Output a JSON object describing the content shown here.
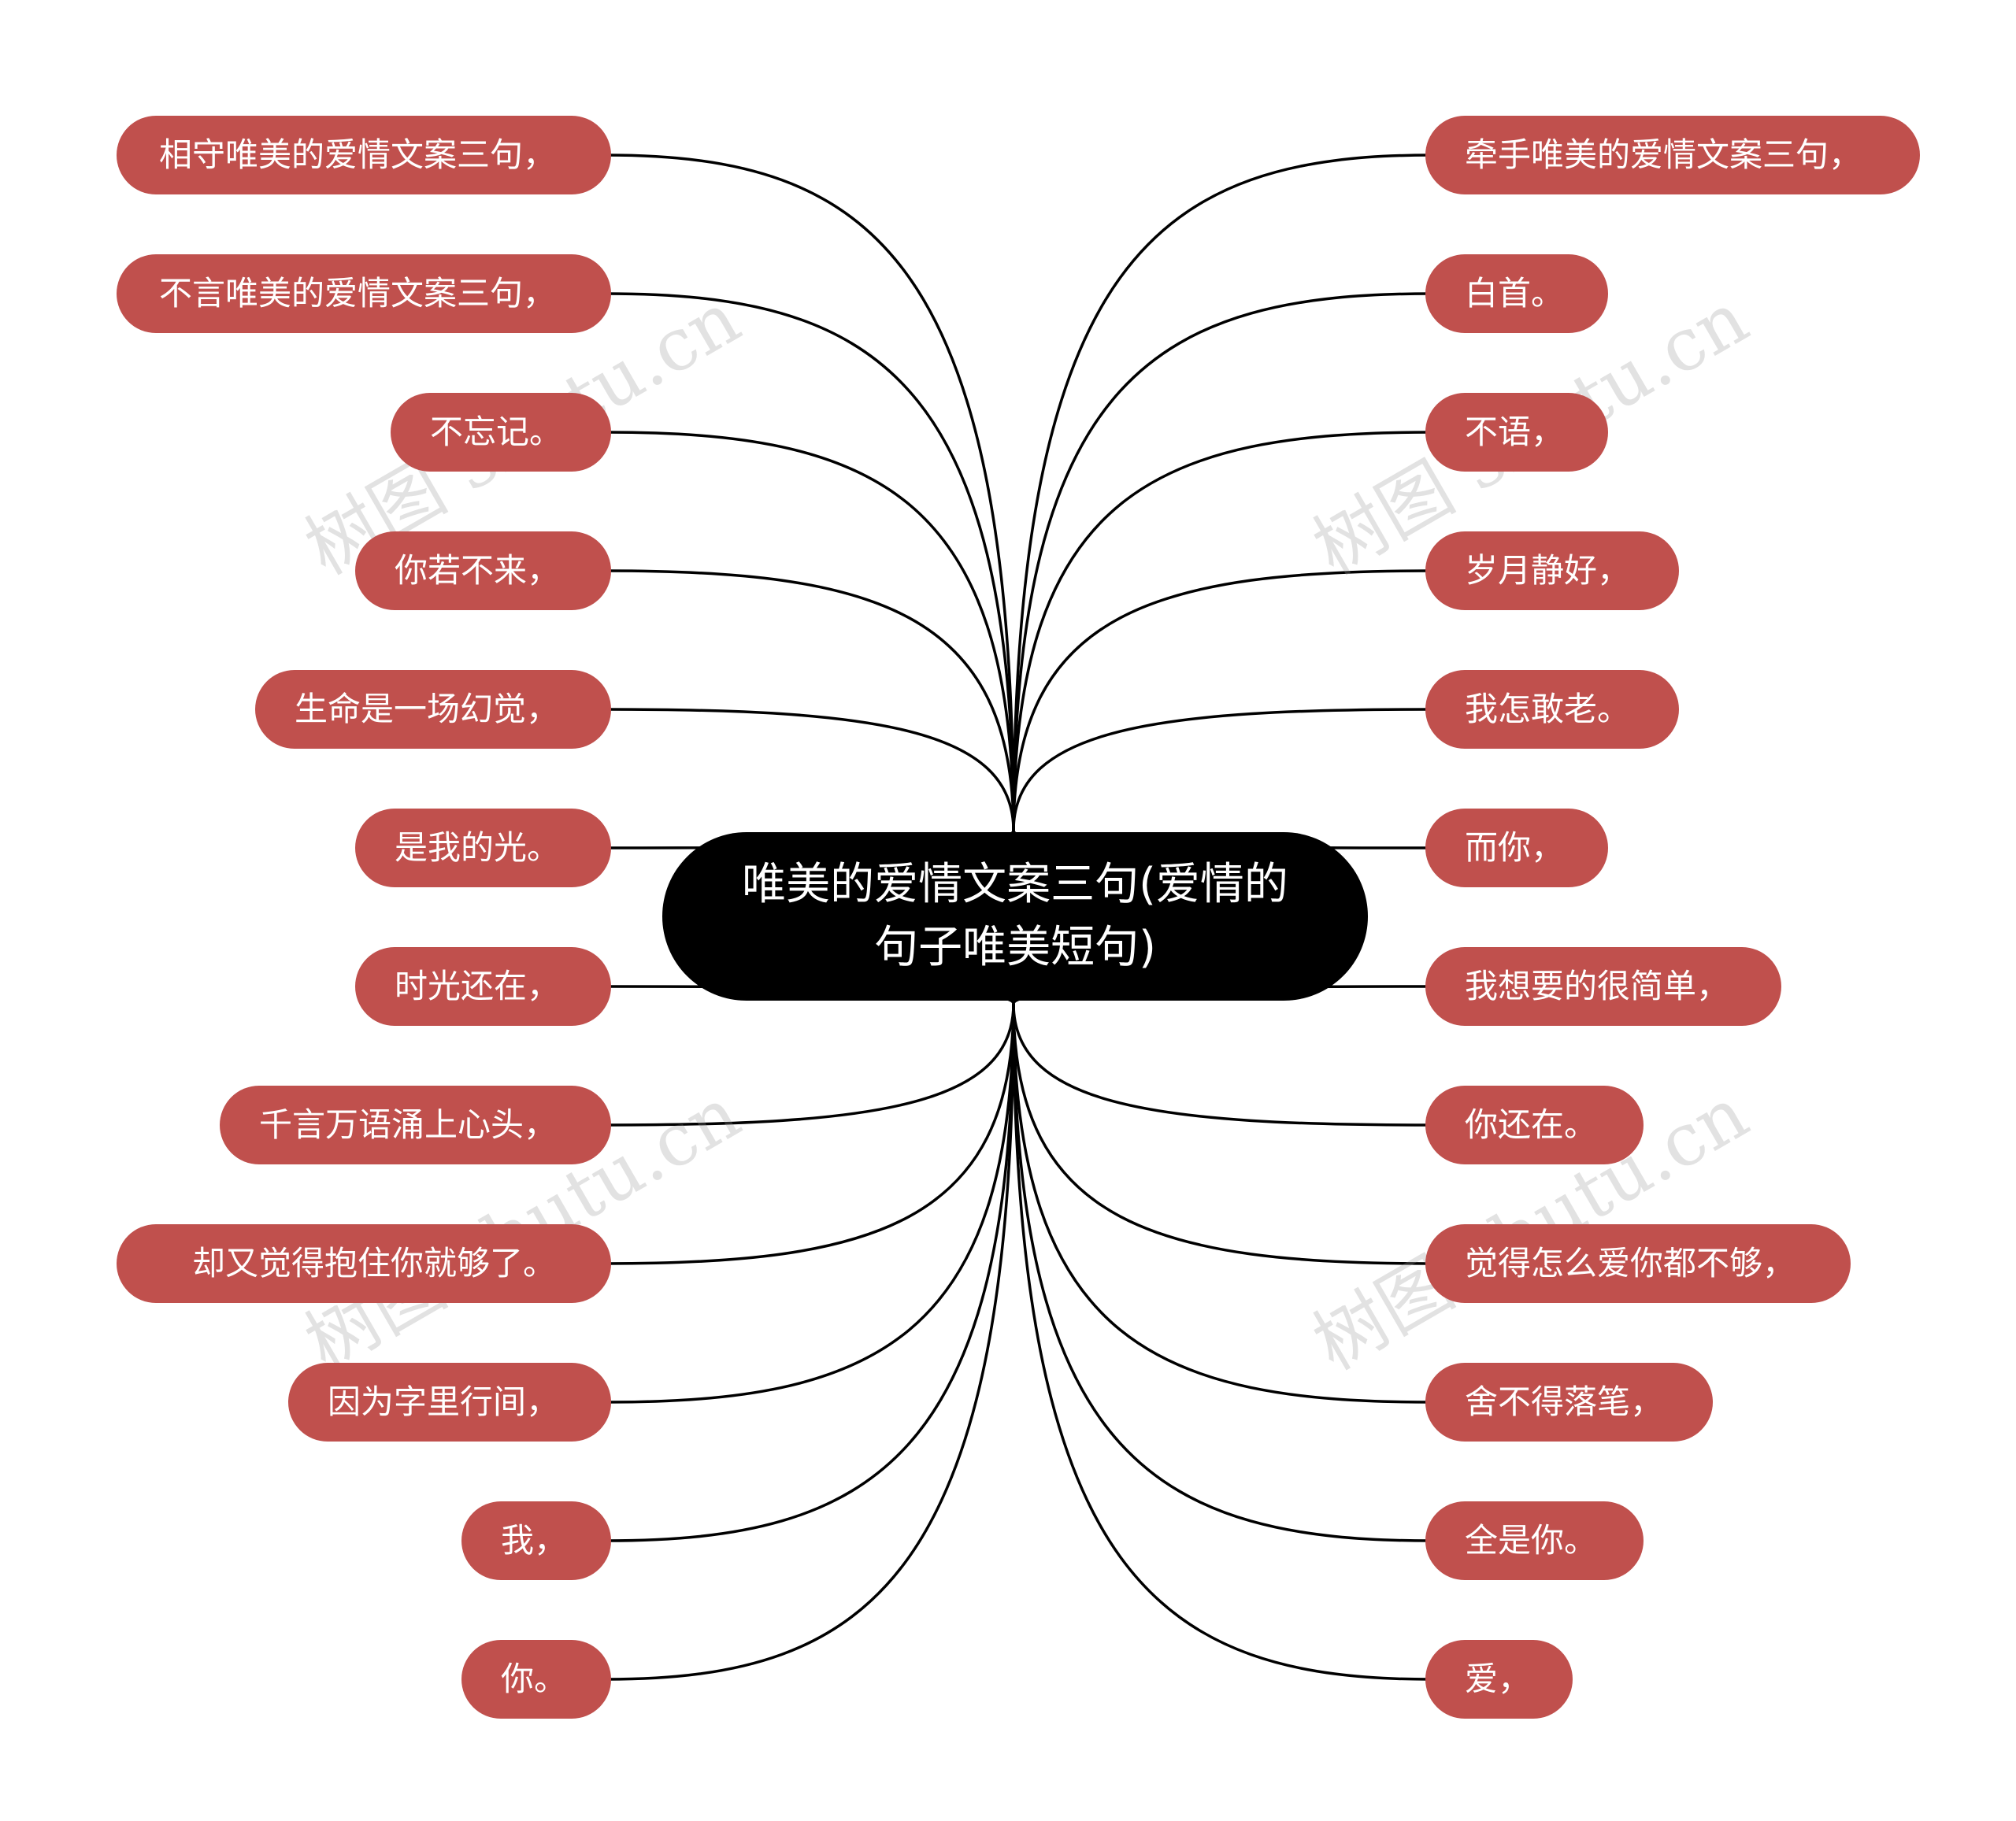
{
  "root": {
    "title": "唯美的爱情文案三句(爱情的句子唯美短句)"
  },
  "left_items": [
    "相守唯美的爱情文案三句，",
    "不言唯美的爱情文案三句，",
    "不忘记。",
    "你若不来，",
    "生命是一场幻觉，",
    "是我的光。",
    "时光还在，",
    "千言万语涌上心头，",
    "却又觉得抱住你就够了。",
    "因为字里行间，",
    "我，",
    "你。"
  ],
  "right_items": [
    "牵手唯美的爱情文案三句，",
    "白首。",
    "不语，",
    "岁月静好，",
    "我怎敢老。",
    "而你，",
    "我想要的很简单，",
    "你还在。",
    "觉得怎么爱你都不够，",
    "舍不得落笔，",
    "全是你。",
    "爱，"
  ],
  "watermark": "树图 shutu.cn",
  "colors": {
    "leaf": "#c0504d",
    "root": "#000000",
    "line": "#000000"
  }
}
